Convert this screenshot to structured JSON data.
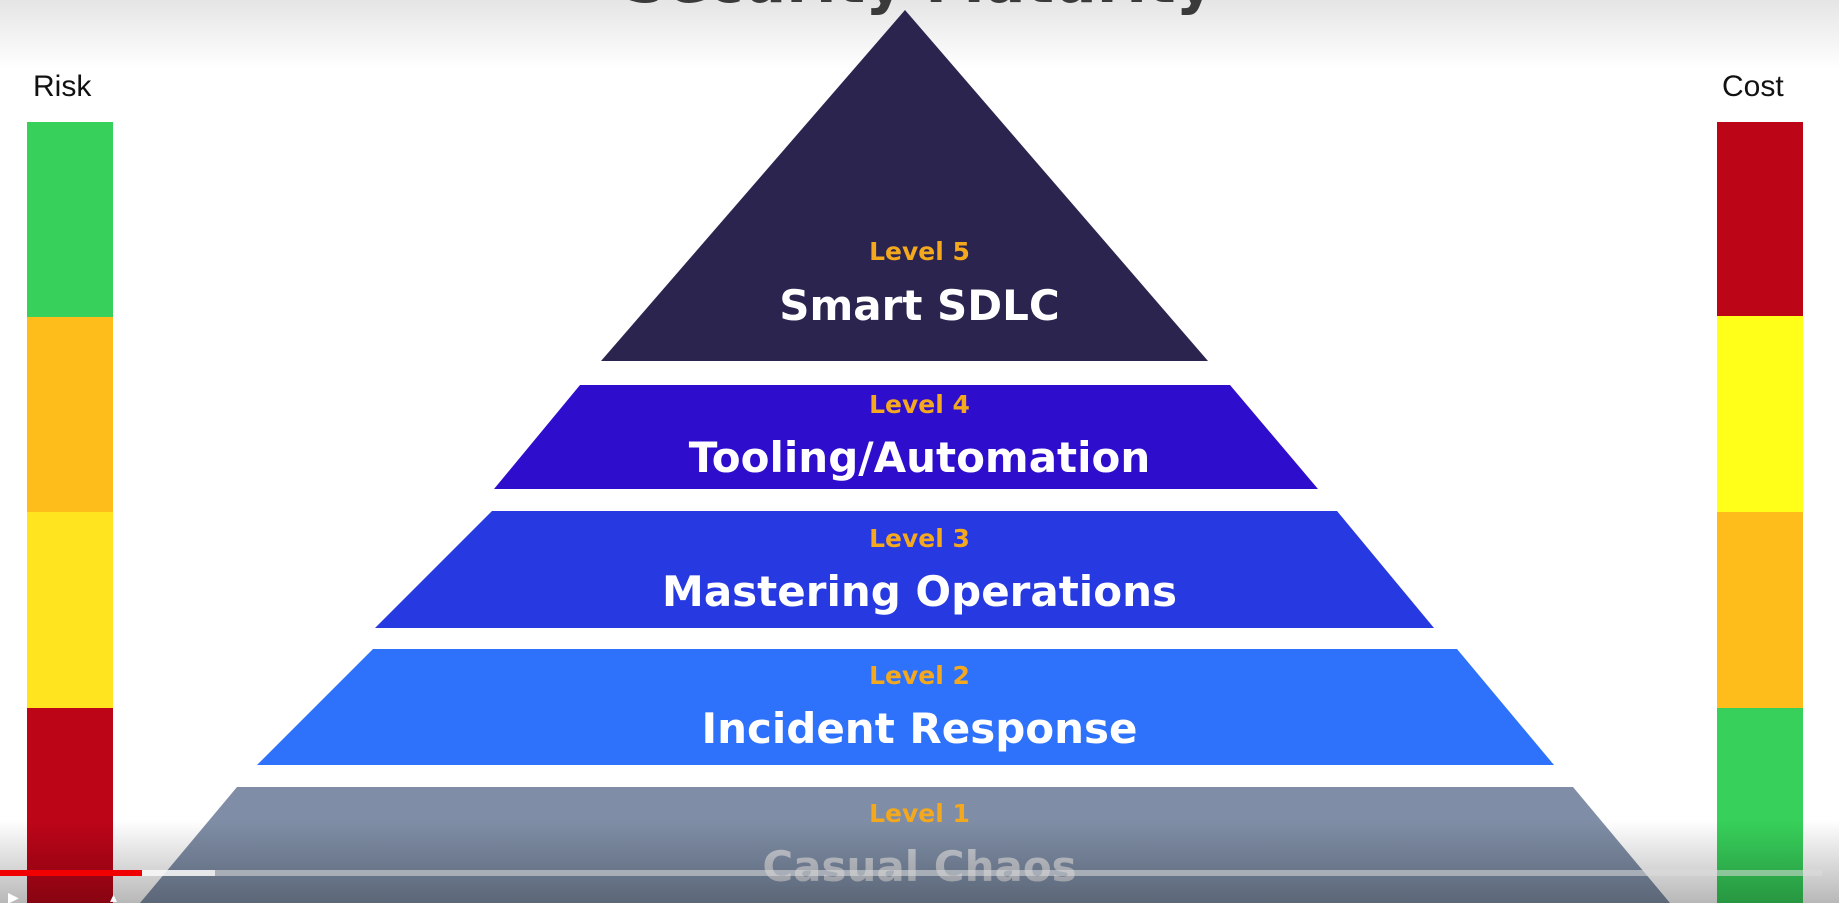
{
  "slide": {
    "heading": "Security Maturity"
  },
  "scales": {
    "risk": {
      "label": "Risk",
      "segments": [
        "#37d05a",
        "#ffbd1c",
        "#ffe41f",
        "#bd0518"
      ]
    },
    "cost": {
      "label": "Cost",
      "segments": [
        "#bd0518",
        "#ffff1a",
        "#ffbd1c",
        "#37d05a"
      ]
    }
  },
  "pyramid": {
    "tiers": [
      {
        "level": "Level  5",
        "title": "Smart SDLC",
        "color": "#2a244f"
      },
      {
        "level": "Level 4",
        "title": "Tooling/Automation",
        "color": "#2e0dcc"
      },
      {
        "level": "Level 3",
        "title": "Mastering Operations",
        "color": "#2739e0"
      },
      {
        "level": "Level 2",
        "title": "Incident Response",
        "color": "#2e72fb"
      },
      {
        "level": "Level 1",
        "title": "Casual Chaos",
        "color": "#7f8ea6"
      }
    ]
  },
  "player": {
    "played_fraction": 0.078,
    "buffered_fraction": 0.118,
    "accent_color": "#f00000"
  }
}
